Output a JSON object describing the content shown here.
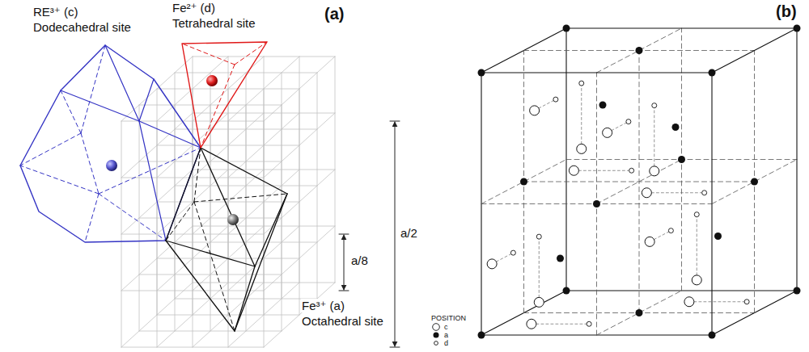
{
  "diagram": {
    "labels": [
      "(a)",
      "(b)",
      "RE³⁺ (c)",
      "Dodecahedral site",
      "Fe²⁺ (d)",
      "Tetrahedral site",
      "a/8",
      "a/2",
      "Fe³⁺ (a)",
      "Octahedral site",
      "POSITION"
    ],
    "legend": [
      {
        "text": "c"
      },
      {
        "text": "a"
      },
      {
        "text": "d"
      }
    ]
  }
}
